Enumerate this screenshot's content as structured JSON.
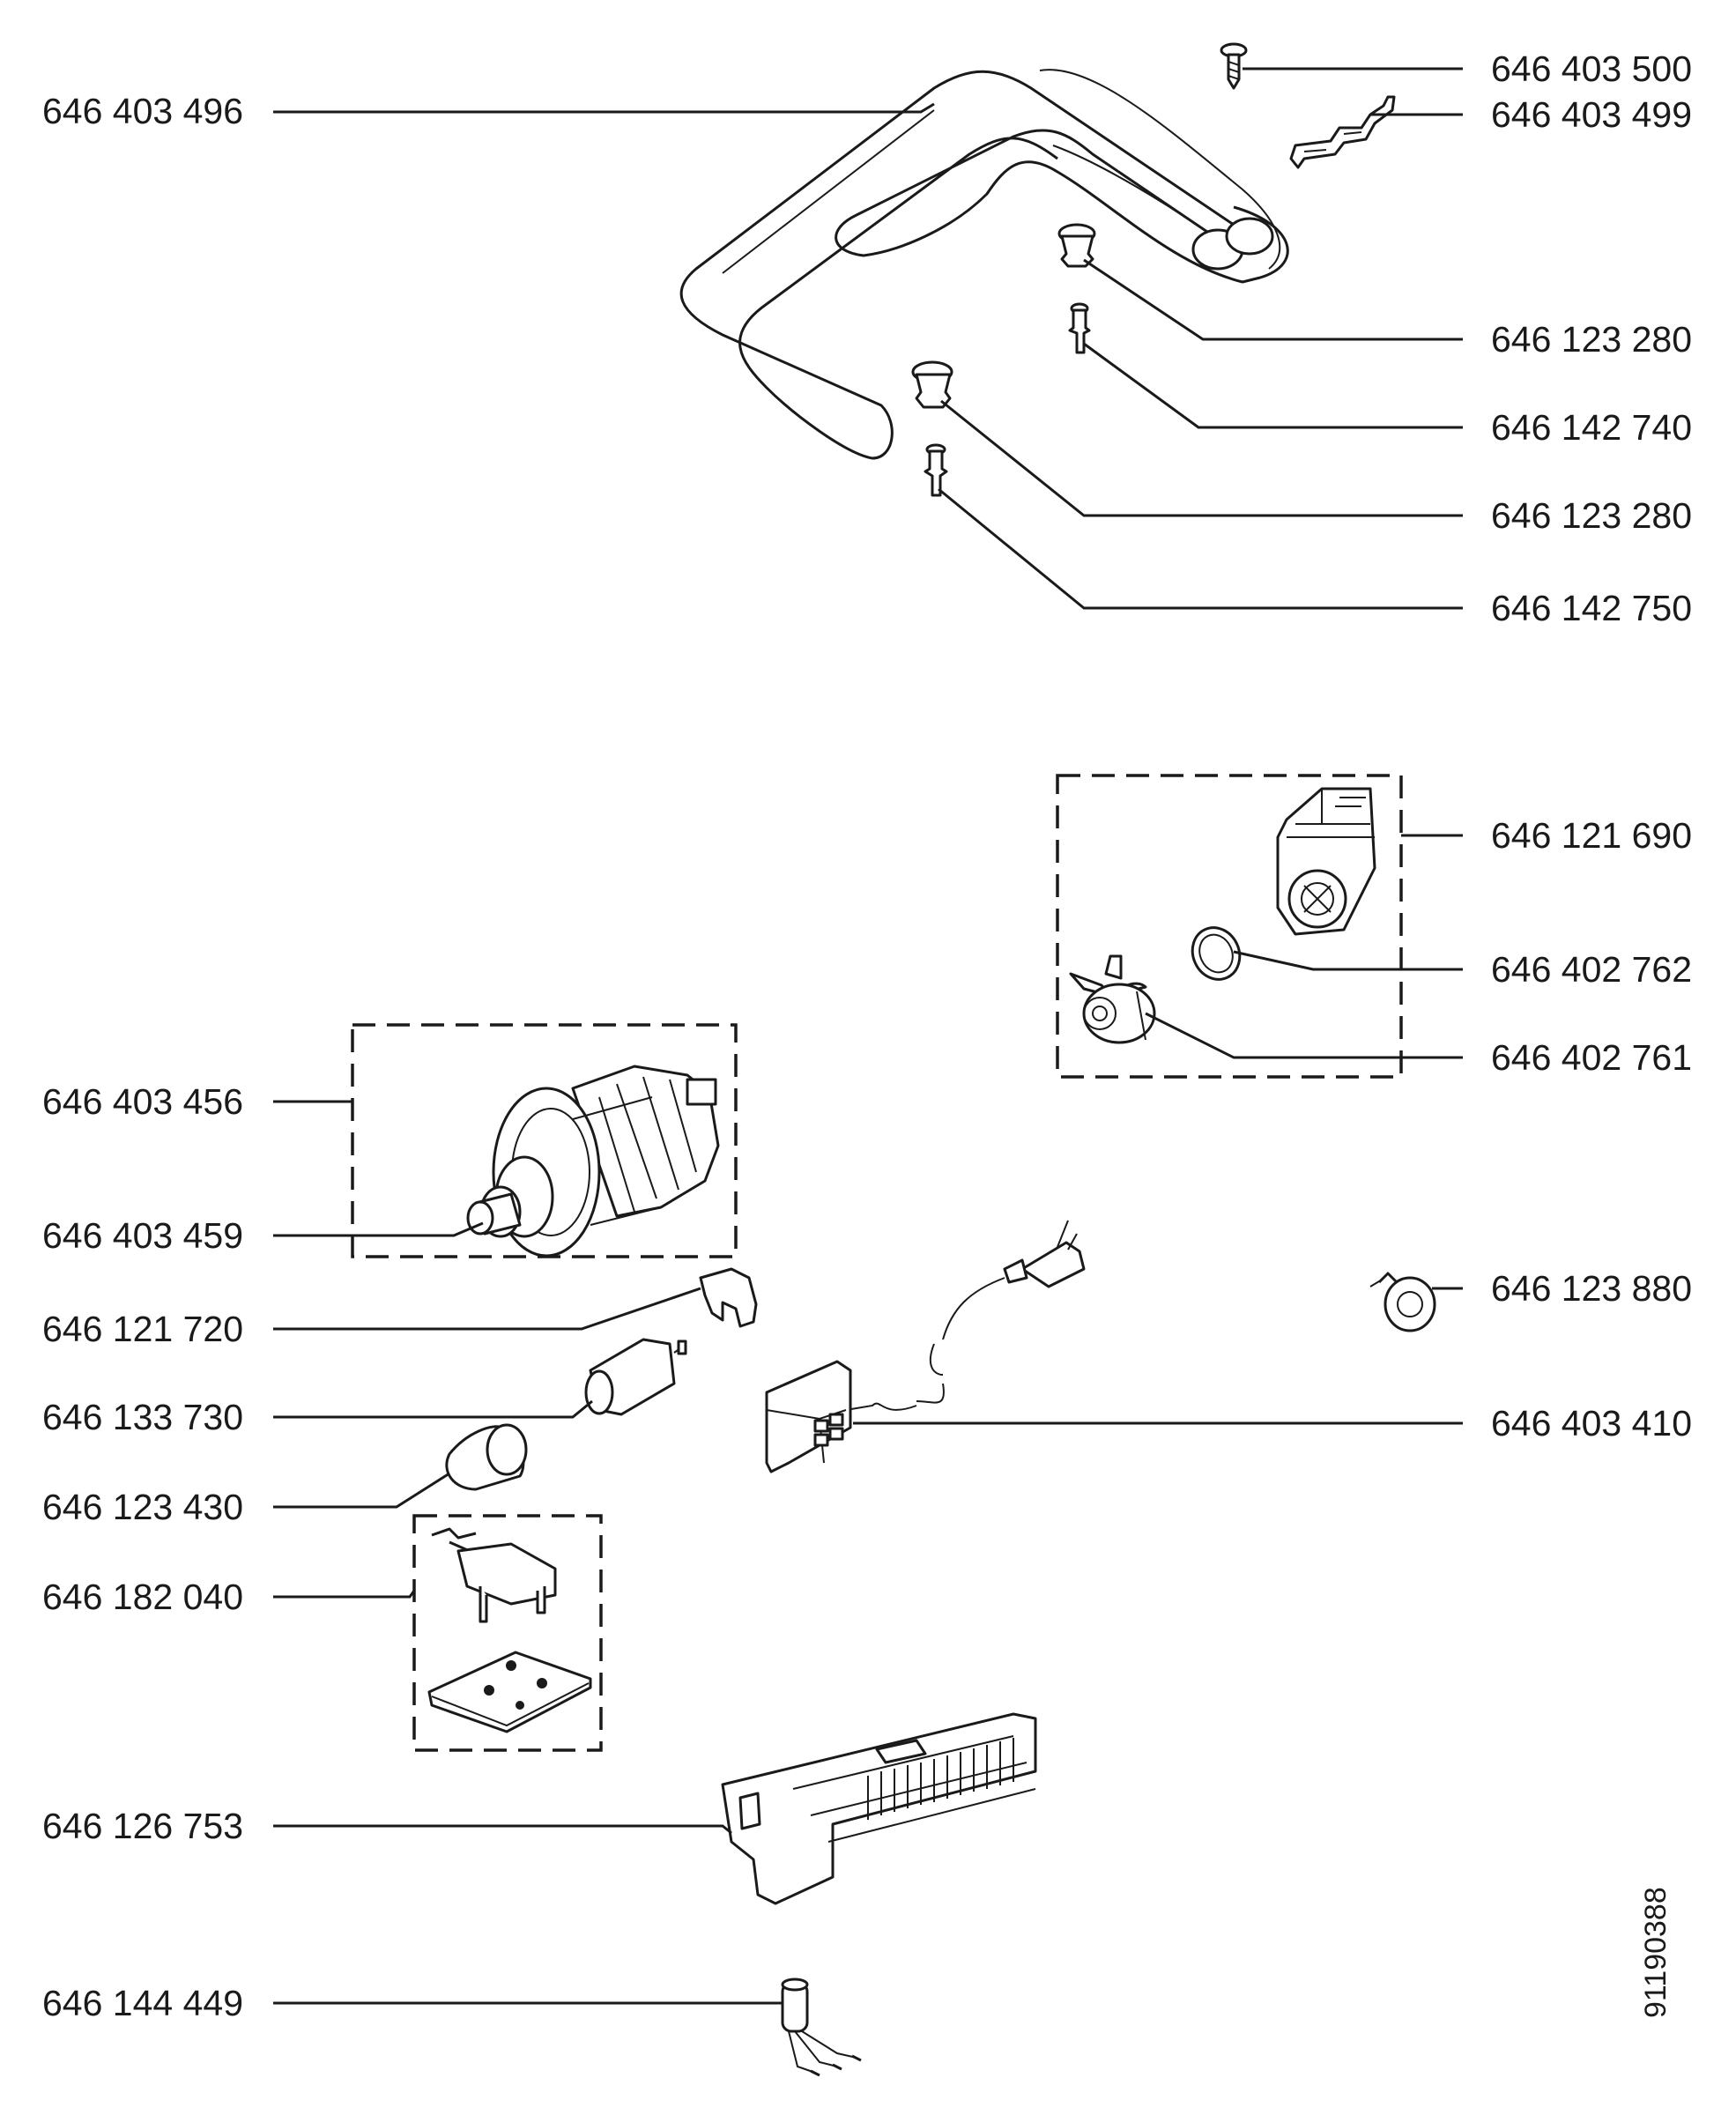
{
  "labels": {
    "l1": "646 403 496",
    "r1": "646 403 500",
    "r2": "646 403 499",
    "r3": "646 123 280",
    "r4": "646 142 740",
    "r5": "646 123 280",
    "r6": "646 142 750",
    "r7": "646 121 690",
    "r8": "646 402 762",
    "r9": "646 402 761",
    "l2": "646 403 456",
    "l3": "646 403 459",
    "l4": "646 121 720",
    "l5": "646 133 730",
    "l6": "646 123 430",
    "l7": "646 182 040",
    "l8": "646 126 753",
    "l9": "646 144 449",
    "r10": "646 123 880",
    "r11": "646 403 410"
  },
  "drawing_number": "91190388"
}
